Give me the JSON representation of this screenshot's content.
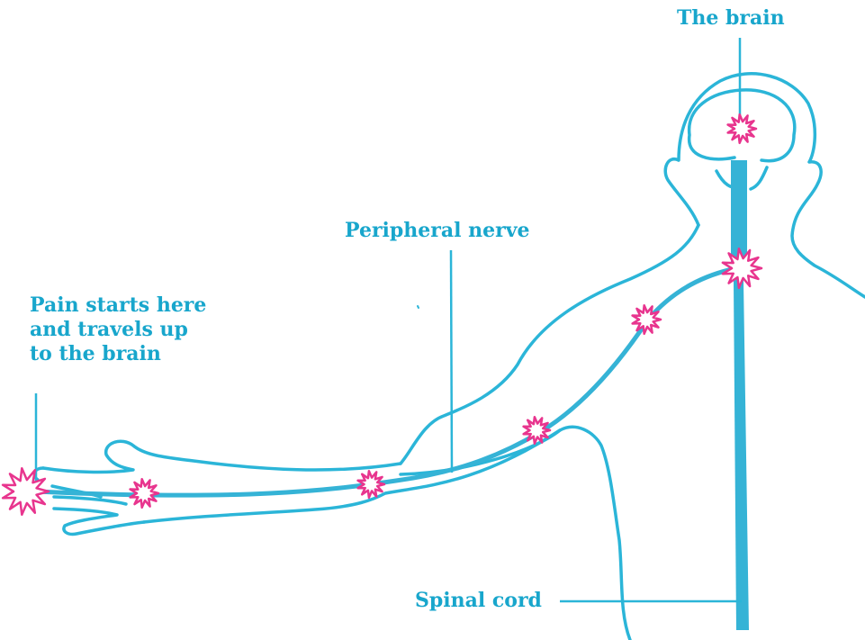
{
  "labels": {
    "brain": "The brain",
    "peripheral_nerve": "Peripheral nerve",
    "pain_origin": [
      "Pain starts here",
      "and travels up",
      "to the brain"
    ],
    "spinal_cord": "Spinal cord"
  },
  "colors": {
    "outline": "#2bb5d8",
    "nerve": "#35b3d6",
    "label_text": "#18a6cc",
    "pain_burst": "#e8358e"
  },
  "icons": {
    "pain_burst": "pain-burst-icon"
  }
}
